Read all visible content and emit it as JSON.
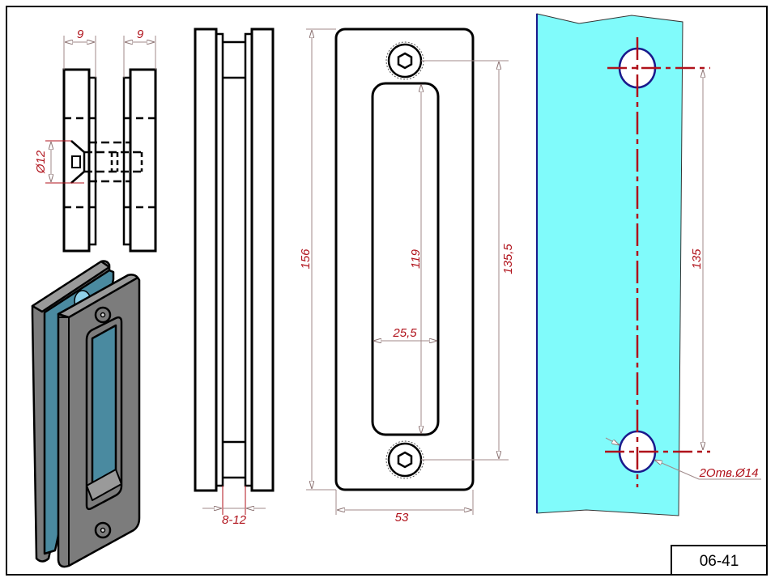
{
  "drawing": {
    "code": "06-41",
    "colors": {
      "line": "#000000",
      "dimension_text": "#b0121b",
      "dimension_line": "#a08a8a",
      "glass": "#80fbfb",
      "glass_edge": "#1a1a8c",
      "centerline": "#b0121b",
      "metal": "#7c7c7c",
      "metal_glass": "#4a8aa0"
    }
  },
  "top_view": {
    "dims": {
      "left_plate_thickness": "9",
      "right_plate_thickness": "9",
      "bolt_diameter": "Ø12"
    }
  },
  "side_view": {
    "dims": {
      "glass_gap": "8-12"
    }
  },
  "front_view": {
    "dims": {
      "overall_height": "156",
      "slot_height": "119",
      "hole_spacing": "135,5",
      "slot_width": "25,5",
      "overall_width": "53"
    }
  },
  "glass_view": {
    "dims": {
      "hole_spacing": "135",
      "holes_note": "2Отв.Ø14"
    }
  },
  "iso_view": {
    "label": ""
  }
}
